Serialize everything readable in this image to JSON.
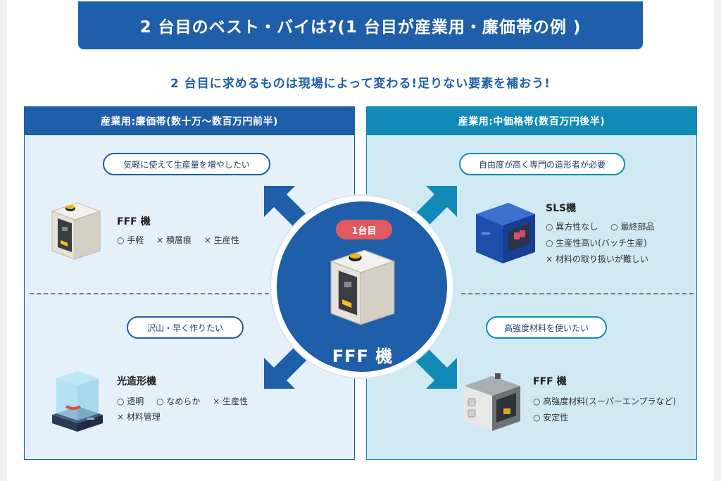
{
  "header": {
    "title": "2 台目のベスト・バイは?(1 台目が産業用・廉価帯の例 )",
    "subtitle": "2 台目に求めるものは現場によって変わる!足りない要素を補おう!"
  },
  "center": {
    "badge": "1台目",
    "label": "FFF 機",
    "icon": "fff-3d-printer-icon"
  },
  "left_panel": {
    "heading": "産業用:廉価帯(数十万〜数百万円前半)",
    "sections": [
      {
        "need": "気軽に使えて生産量を増やしたい",
        "machine": "FFF 機",
        "icon": "fff-3d-printer-icon",
        "specs": [
          "○ 手軽",
          "× 積層痕",
          "× 生産性"
        ]
      },
      {
        "need": "沢山・早く作りたい",
        "machine": "光造形機",
        "icon": "sla-3d-printer-icon",
        "specs": [
          "○ 透明",
          "○ なめらか",
          "× 生産性",
          "× 材料管理"
        ]
      }
    ]
  },
  "right_panel": {
    "heading": "産業用:中価格帯(数百万円後半)",
    "sections": [
      {
        "need": "自由度が高く専門の造形者が必要",
        "machine": "SLS機",
        "icon": "sls-3d-printer-icon",
        "specs": [
          "○ 異方性なし",
          "○ 最終部品",
          "○ 生産性高い(バッチ生産)",
          "× 材料の取り扱いが難しい"
        ]
      },
      {
        "need": "高強度材料を使いたい",
        "machine": "FFF 機",
        "icon": "industrial-fff-printer-icon",
        "specs": [
          "○ 高強度材料(スーパーエンプラなど)",
          "○ 安定性"
        ]
      }
    ]
  },
  "colors": {
    "primary": "#1f5ea8",
    "secondary": "#128ab8",
    "badge": "#e05a5f",
    "panel_left_bg": "#e5f1f9",
    "panel_right_bg": "#d1e9f2"
  }
}
